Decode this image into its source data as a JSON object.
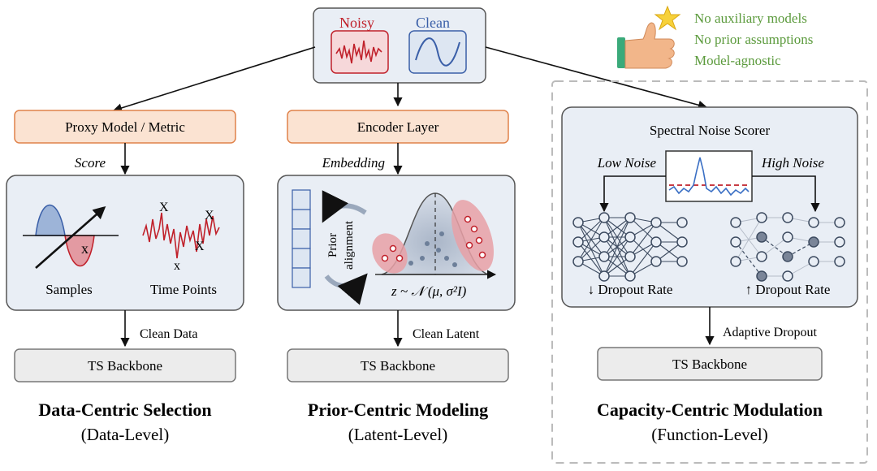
{
  "top": {
    "noisy_label": "Noisy",
    "clean_label": "Clean",
    "colors": {
      "noisy": "#c0202a",
      "clean": "#3a5fa8"
    }
  },
  "benefits": {
    "items": [
      "No auxiliary models",
      "No prior assumptions",
      "Model-agnostic"
    ],
    "color": "#5b9a3c"
  },
  "data_centric": {
    "proxy_label": "Proxy Model / Metric",
    "score_label": "Score",
    "samples_label": "Samples",
    "timepoints_label": "Time Points",
    "x_mark": "x",
    "x_mark_upper": "X",
    "clean_data_label": "Clean Data",
    "backbone_label": "TS Backbone",
    "title": "Data-Centric Selection",
    "subtitle": "(Data-Level)"
  },
  "prior_centric": {
    "encoder_label": "Encoder Layer",
    "embedding_label": "Embedding",
    "prior_alignment_line1": "Prior",
    "prior_alignment_line2": "alignment",
    "formula": "z ~ 𝒩 (μ, σ²I)",
    "clean_latent_label": "Clean Latent",
    "backbone_label": "TS Backbone",
    "title": "Prior-Centric Modeling",
    "subtitle": "(Latent-Level)"
  },
  "capacity_centric": {
    "scorer_label": "Spectral Noise Scorer",
    "low_noise_label": "Low Noise",
    "high_noise_label": "High Noise",
    "low_dropout_label": "↓ Dropout Rate",
    "high_dropout_label": "↑ Dropout Rate",
    "adaptive_dropout_label": "Adaptive Dropout",
    "backbone_label": "TS Backbone",
    "title": "Capacity-Centric Modulation",
    "subtitle": "(Function-Level)"
  }
}
